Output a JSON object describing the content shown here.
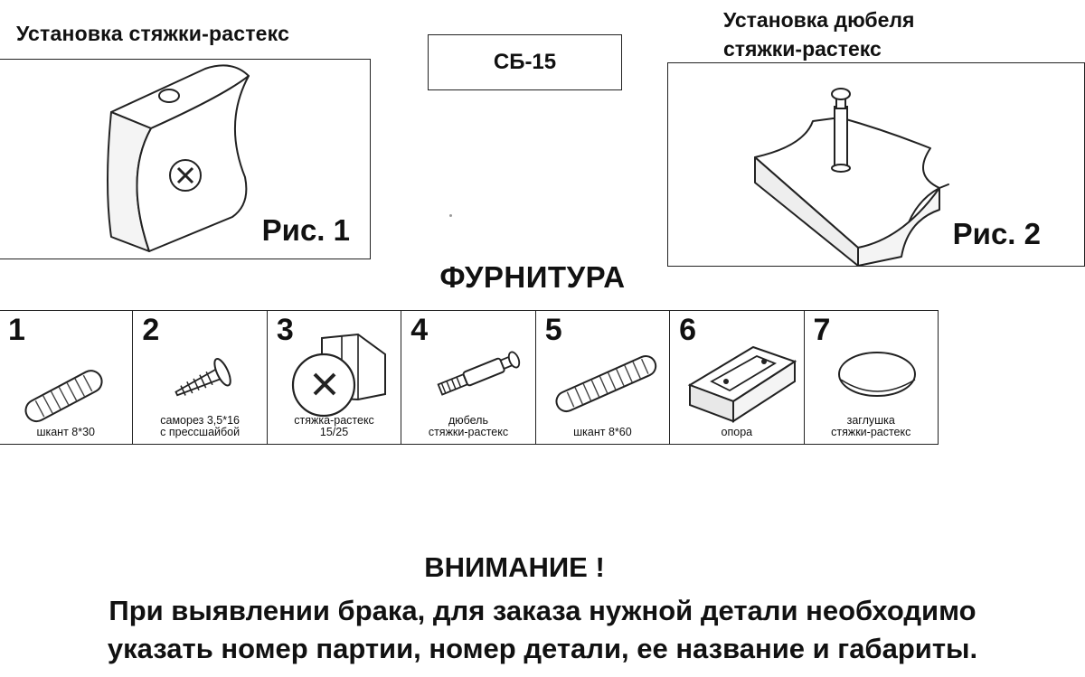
{
  "header": {
    "left_title": "Установка стяжки-растекс",
    "right_title_line1": "Установка дюбеля",
    "right_title_line2": "стяжки-растекс",
    "model_code": "СБ-15"
  },
  "figures": {
    "fig1_label": "Рис. 1",
    "fig2_label": "Рис. 2"
  },
  "hardware": {
    "title": "ФУРНИТУРА",
    "items": [
      {
        "num": "1",
        "line1": "шкант 8*30",
        "line2": ""
      },
      {
        "num": "2",
        "line1": "саморез 3,5*16",
        "line2": "с прессшайбой"
      },
      {
        "num": "3",
        "line1": "стяжка-растекс",
        "line2": "15/25"
      },
      {
        "num": "4",
        "line1": "дюбель",
        "line2": "стяжки-растекс"
      },
      {
        "num": "5",
        "line1": "шкант 8*60",
        "line2": ""
      },
      {
        "num": "6",
        "line1": "опора",
        "line2": ""
      },
      {
        "num": "7",
        "line1": "заглушка",
        "line2": "стяжки-растекс"
      }
    ]
  },
  "warning": {
    "title": "ВНИМАНИЕ !",
    "line1": "При выявлении брака, для заказа нужной детали необходимо",
    "line2": "указать номер партии, номер детали, ее название и габариты."
  }
}
